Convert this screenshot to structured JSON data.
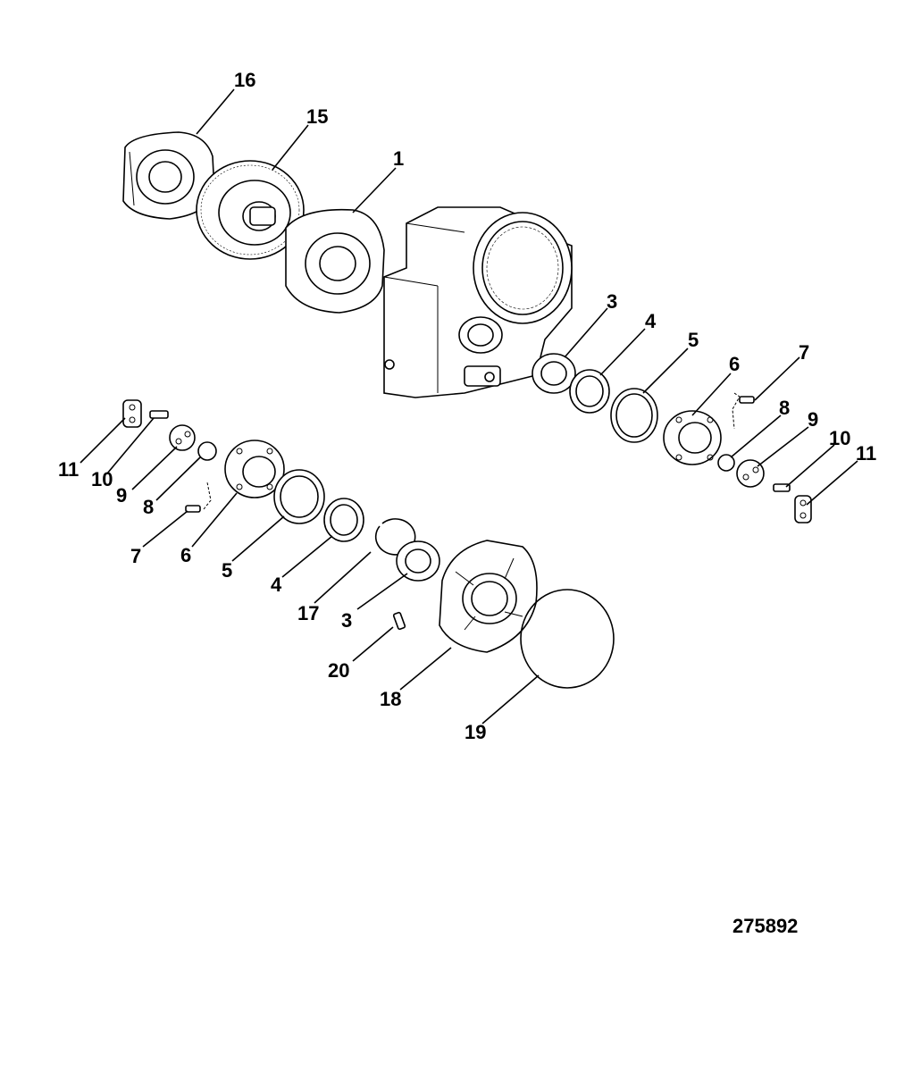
{
  "figure_number": "275892",
  "callouts": [
    {
      "id": "c16",
      "text": "16"
    },
    {
      "id": "c15",
      "text": "15"
    },
    {
      "id": "c1",
      "text": "1"
    },
    {
      "id": "c3r",
      "text": "3"
    },
    {
      "id": "c4r",
      "text": "4"
    },
    {
      "id": "c5r",
      "text": "5"
    },
    {
      "id": "c6r",
      "text": "6"
    },
    {
      "id": "c7r",
      "text": "7"
    },
    {
      "id": "c8r",
      "text": "8"
    },
    {
      "id": "c9r",
      "text": "9"
    },
    {
      "id": "c10r",
      "text": "10"
    },
    {
      "id": "c11r",
      "text": "11"
    },
    {
      "id": "c11l",
      "text": "11"
    },
    {
      "id": "c10l",
      "text": "10"
    },
    {
      "id": "c9l",
      "text": "9"
    },
    {
      "id": "c8l",
      "text": "8"
    },
    {
      "id": "c7l",
      "text": "7"
    },
    {
      "id": "c6l",
      "text": "6"
    },
    {
      "id": "c5l",
      "text": "5"
    },
    {
      "id": "c4l",
      "text": "4"
    },
    {
      "id": "c17",
      "text": "17"
    },
    {
      "id": "c3l",
      "text": "3"
    },
    {
      "id": "c20",
      "text": "20"
    },
    {
      "id": "c18",
      "text": "18"
    },
    {
      "id": "c19",
      "text": "19"
    }
  ]
}
